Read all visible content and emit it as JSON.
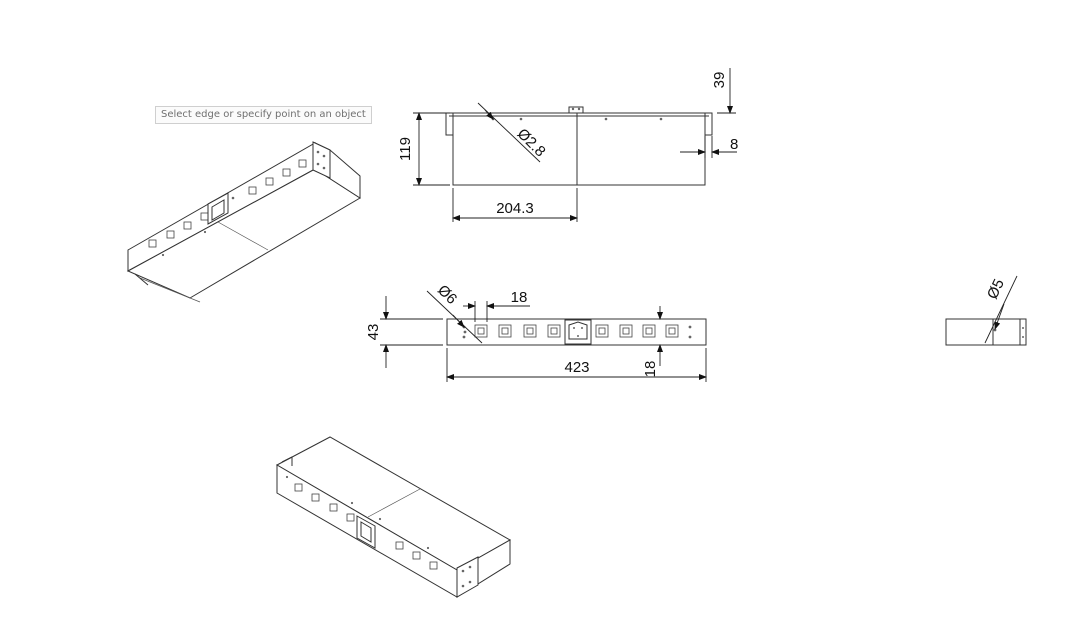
{
  "tooltip": {
    "text": "Select edge or specify point on an object"
  },
  "dimensions": {
    "top_view": {
      "height": "119",
      "half_length": "204.3",
      "flange_top": "39",
      "flange_width": "8",
      "hole_diameter": "Ø2.8"
    },
    "front_view": {
      "height": "43",
      "length": "423",
      "pitch": "18",
      "end_offset": "18",
      "hole_diameter": "Ø6"
    },
    "side_view": {
      "hole_diameter": "Ø5"
    }
  },
  "colors": {
    "line": "#333333",
    "background": "#ffffff",
    "tooltip_border": "#cfcfcf",
    "tooltip_text": "#707070"
  }
}
